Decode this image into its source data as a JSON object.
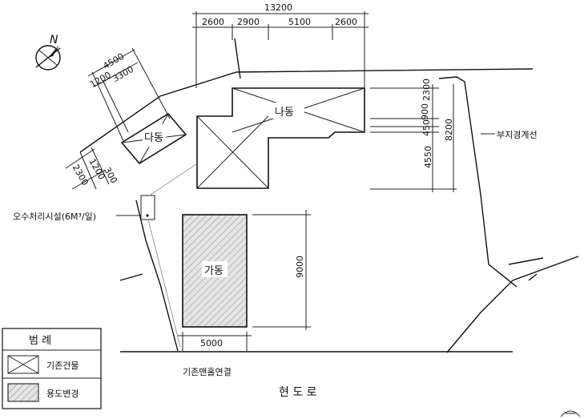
{
  "dimensions": {
    "total_width": "13200",
    "top_segments": [
      "2600",
      "2900",
      "5100",
      "2600"
    ],
    "da_dim_a": "4500",
    "da_dim_b": "1200",
    "da_dim_c": "3300",
    "da_side_a": "2300",
    "da_side_b": "1200",
    "da_side_c": "300",
    "right_900": "900",
    "right_2300": "2300",
    "right_450": "450",
    "right_4550": "4550",
    "right_8200": "8200",
    "ga_height": "9000",
    "ga_width": "5000"
  },
  "buildings": {
    "na": "나동",
    "da": "다동",
    "ga": "가동"
  },
  "labels": {
    "north": "N",
    "boundary": "부지경계선",
    "sewage": "오수처리시설(6M³/일)",
    "manhole": "기존맨홀연결",
    "road": "현 도 로"
  },
  "legend": {
    "title": "범 례",
    "existing": "기존건물",
    "change": "용도변경"
  }
}
